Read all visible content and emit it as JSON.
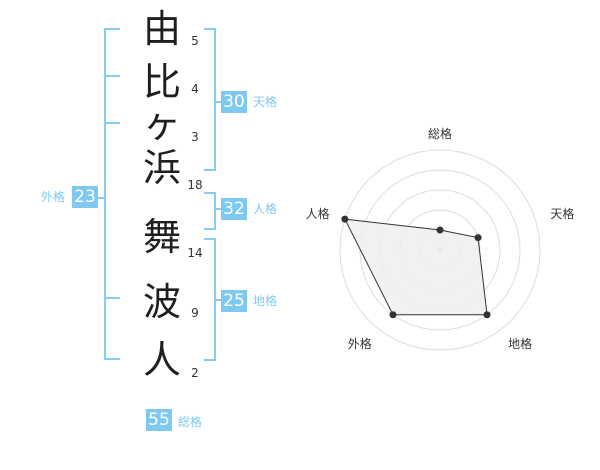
{
  "name_chars": [
    {
      "char": "由",
      "strokes": "5"
    },
    {
      "char": "比",
      "strokes": "4"
    },
    {
      "char": "ヶ",
      "strokes": "3"
    },
    {
      "char": "浜",
      "strokes": "18"
    },
    {
      "char": "舞",
      "strokes": "14"
    },
    {
      "char": "波",
      "strokes": "9"
    },
    {
      "char": "人",
      "strokes": "2"
    }
  ],
  "fortunes": {
    "tenkaku": {
      "value": "30",
      "label": "天格"
    },
    "jinkaku": {
      "value": "32",
      "label": "人格"
    },
    "chikaku": {
      "value": "25",
      "label": "地格"
    },
    "gaikaku": {
      "value": "23",
      "label": "外格"
    },
    "soukaku": {
      "value": "55",
      "label": "総格"
    }
  },
  "radar": {
    "axes": [
      "総格",
      "天格",
      "地格",
      "外格",
      "人格"
    ],
    "levels": [
      1,
      2,
      3,
      4,
      5
    ],
    "max": 5,
    "values": [
      1,
      2,
      4,
      4,
      5
    ],
    "colors": {
      "fill": "#eeeeee",
      "stroke": "#333333",
      "grid": "#dddddd",
      "point": "#333333"
    }
  },
  "colors": {
    "accent": "#7fc9f0",
    "bracket": "#88ccf2"
  }
}
